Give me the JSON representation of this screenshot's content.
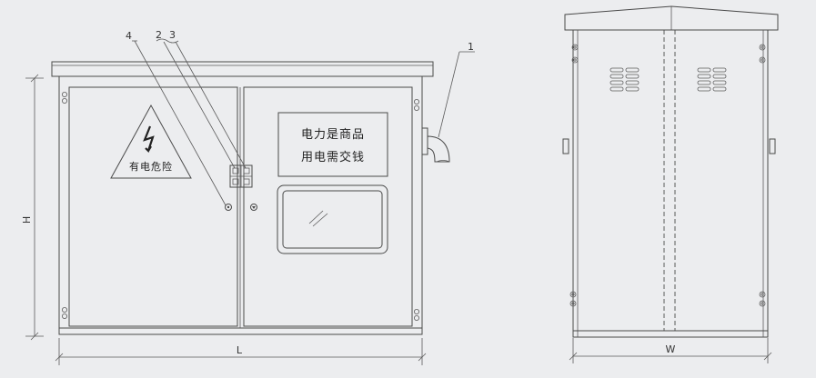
{
  "callouts": {
    "c1": "1",
    "c2": "2",
    "c3": "3",
    "c4": "4"
  },
  "dimensions": {
    "height": "H",
    "length": "L",
    "width": "W"
  },
  "warning_sign": {
    "text": "有电危险"
  },
  "notice_panel": {
    "line1": "电力是商品",
    "line2": "用电需交钱"
  },
  "colors": {
    "line": "#4a4a4a",
    "background": "#ecedef"
  }
}
